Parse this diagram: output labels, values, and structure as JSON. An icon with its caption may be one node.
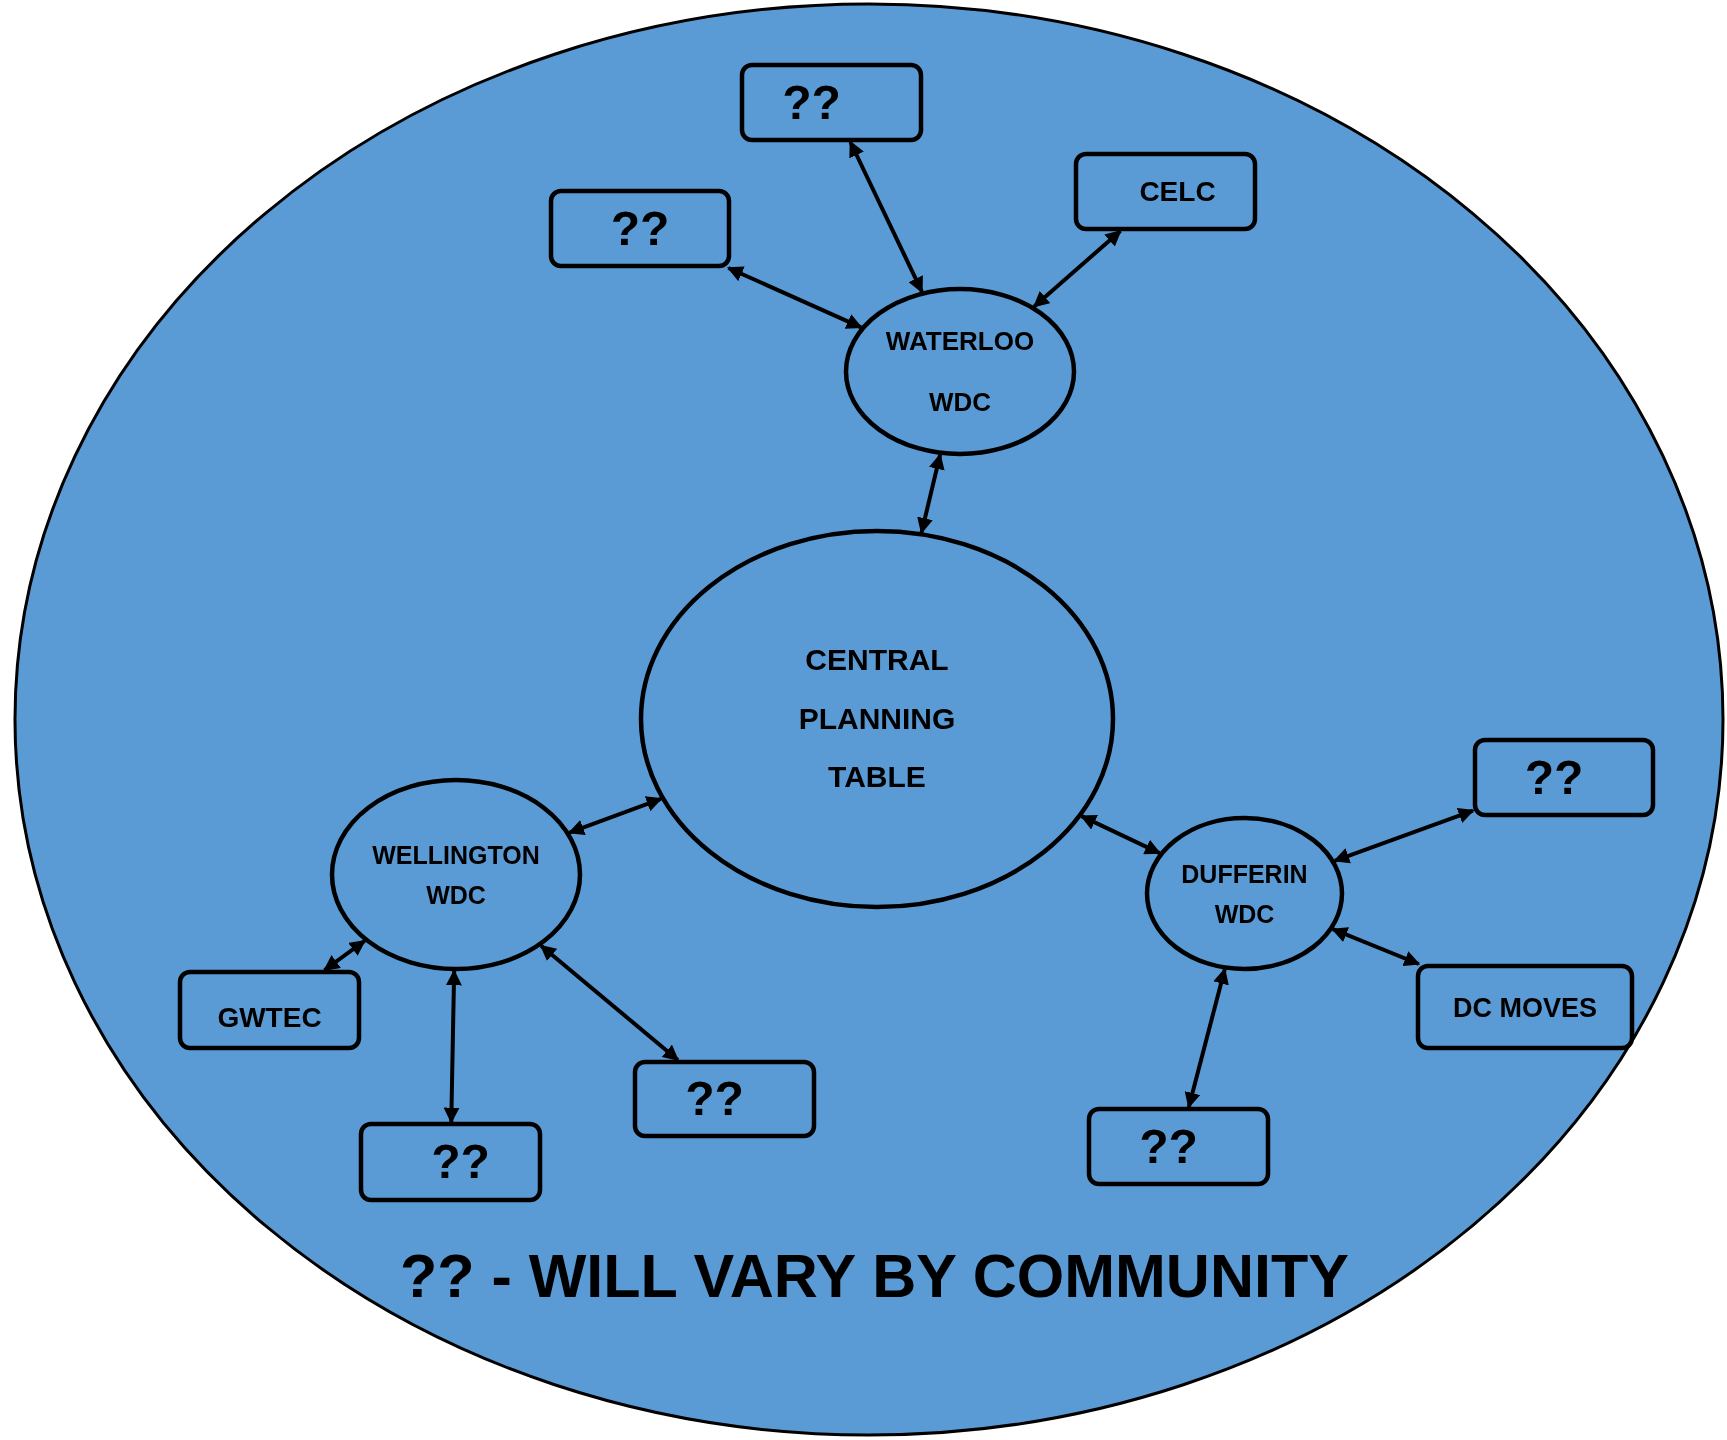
{
  "diagram": {
    "nodes": [
      {
        "text": [
          "?? - WILL VARY BY COMMUNITY"
        ]
      },
      {
        "text": [
          "CENTRAL PLANNING TABLE"
        ],
        "in": 0
      },
      {
        "text": [
          "WATERLOO WDC"
        ],
        "in": 0
      },
      {
        "text": [
          "WELLINGTON WDC"
        ],
        "in": 0
      },
      {
        "text": [
          "DUFFERIN WDC"
        ],
        "in": 0
      },
      {
        "text": [
          "??"
        ],
        "in": 0
      },
      {
        "text": [
          "??"
        ],
        "in": 0
      },
      {
        "text": [
          "CELC"
        ],
        "in": 0
      },
      {
        "text": [
          "GWTEC"
        ],
        "in": 0
      },
      {
        "text": [
          "??"
        ],
        "in": 0
      },
      {
        "text": [
          "??"
        ],
        "in": 0
      },
      {
        "text": [
          "??"
        ],
        "in": 0
      },
      {
        "text": [
          "DC MOVES"
        ],
        "in": 0
      },
      {
        "text": [
          "??"
        ],
        "in": 0
      }
    ],
    "edges": [
      {
        "from": 2,
        "to": 5,
        "arrow": "both"
      },
      {
        "from": 2,
        "to": 6,
        "arrow": "both"
      },
      {
        "from": 2,
        "to": 7,
        "arrow": "both"
      },
      {
        "from": 1,
        "to": 2,
        "arrow": "both"
      },
      {
        "from": 1,
        "to": 3,
        "arrow": "both"
      },
      {
        "from": 1,
        "to": 4,
        "arrow": "both"
      },
      {
        "from": 3,
        "to": 8,
        "arrow": "both"
      },
      {
        "from": 3,
        "to": 9,
        "arrow": "both"
      },
      {
        "from": 3,
        "to": 10,
        "arrow": "both"
      },
      {
        "from": 4,
        "to": 11,
        "arrow": "both"
      },
      {
        "from": 4,
        "to": 12,
        "arrow": "both"
      },
      {
        "from": 4,
        "to": 13,
        "arrow": "both"
      }
    ]
  }
}
